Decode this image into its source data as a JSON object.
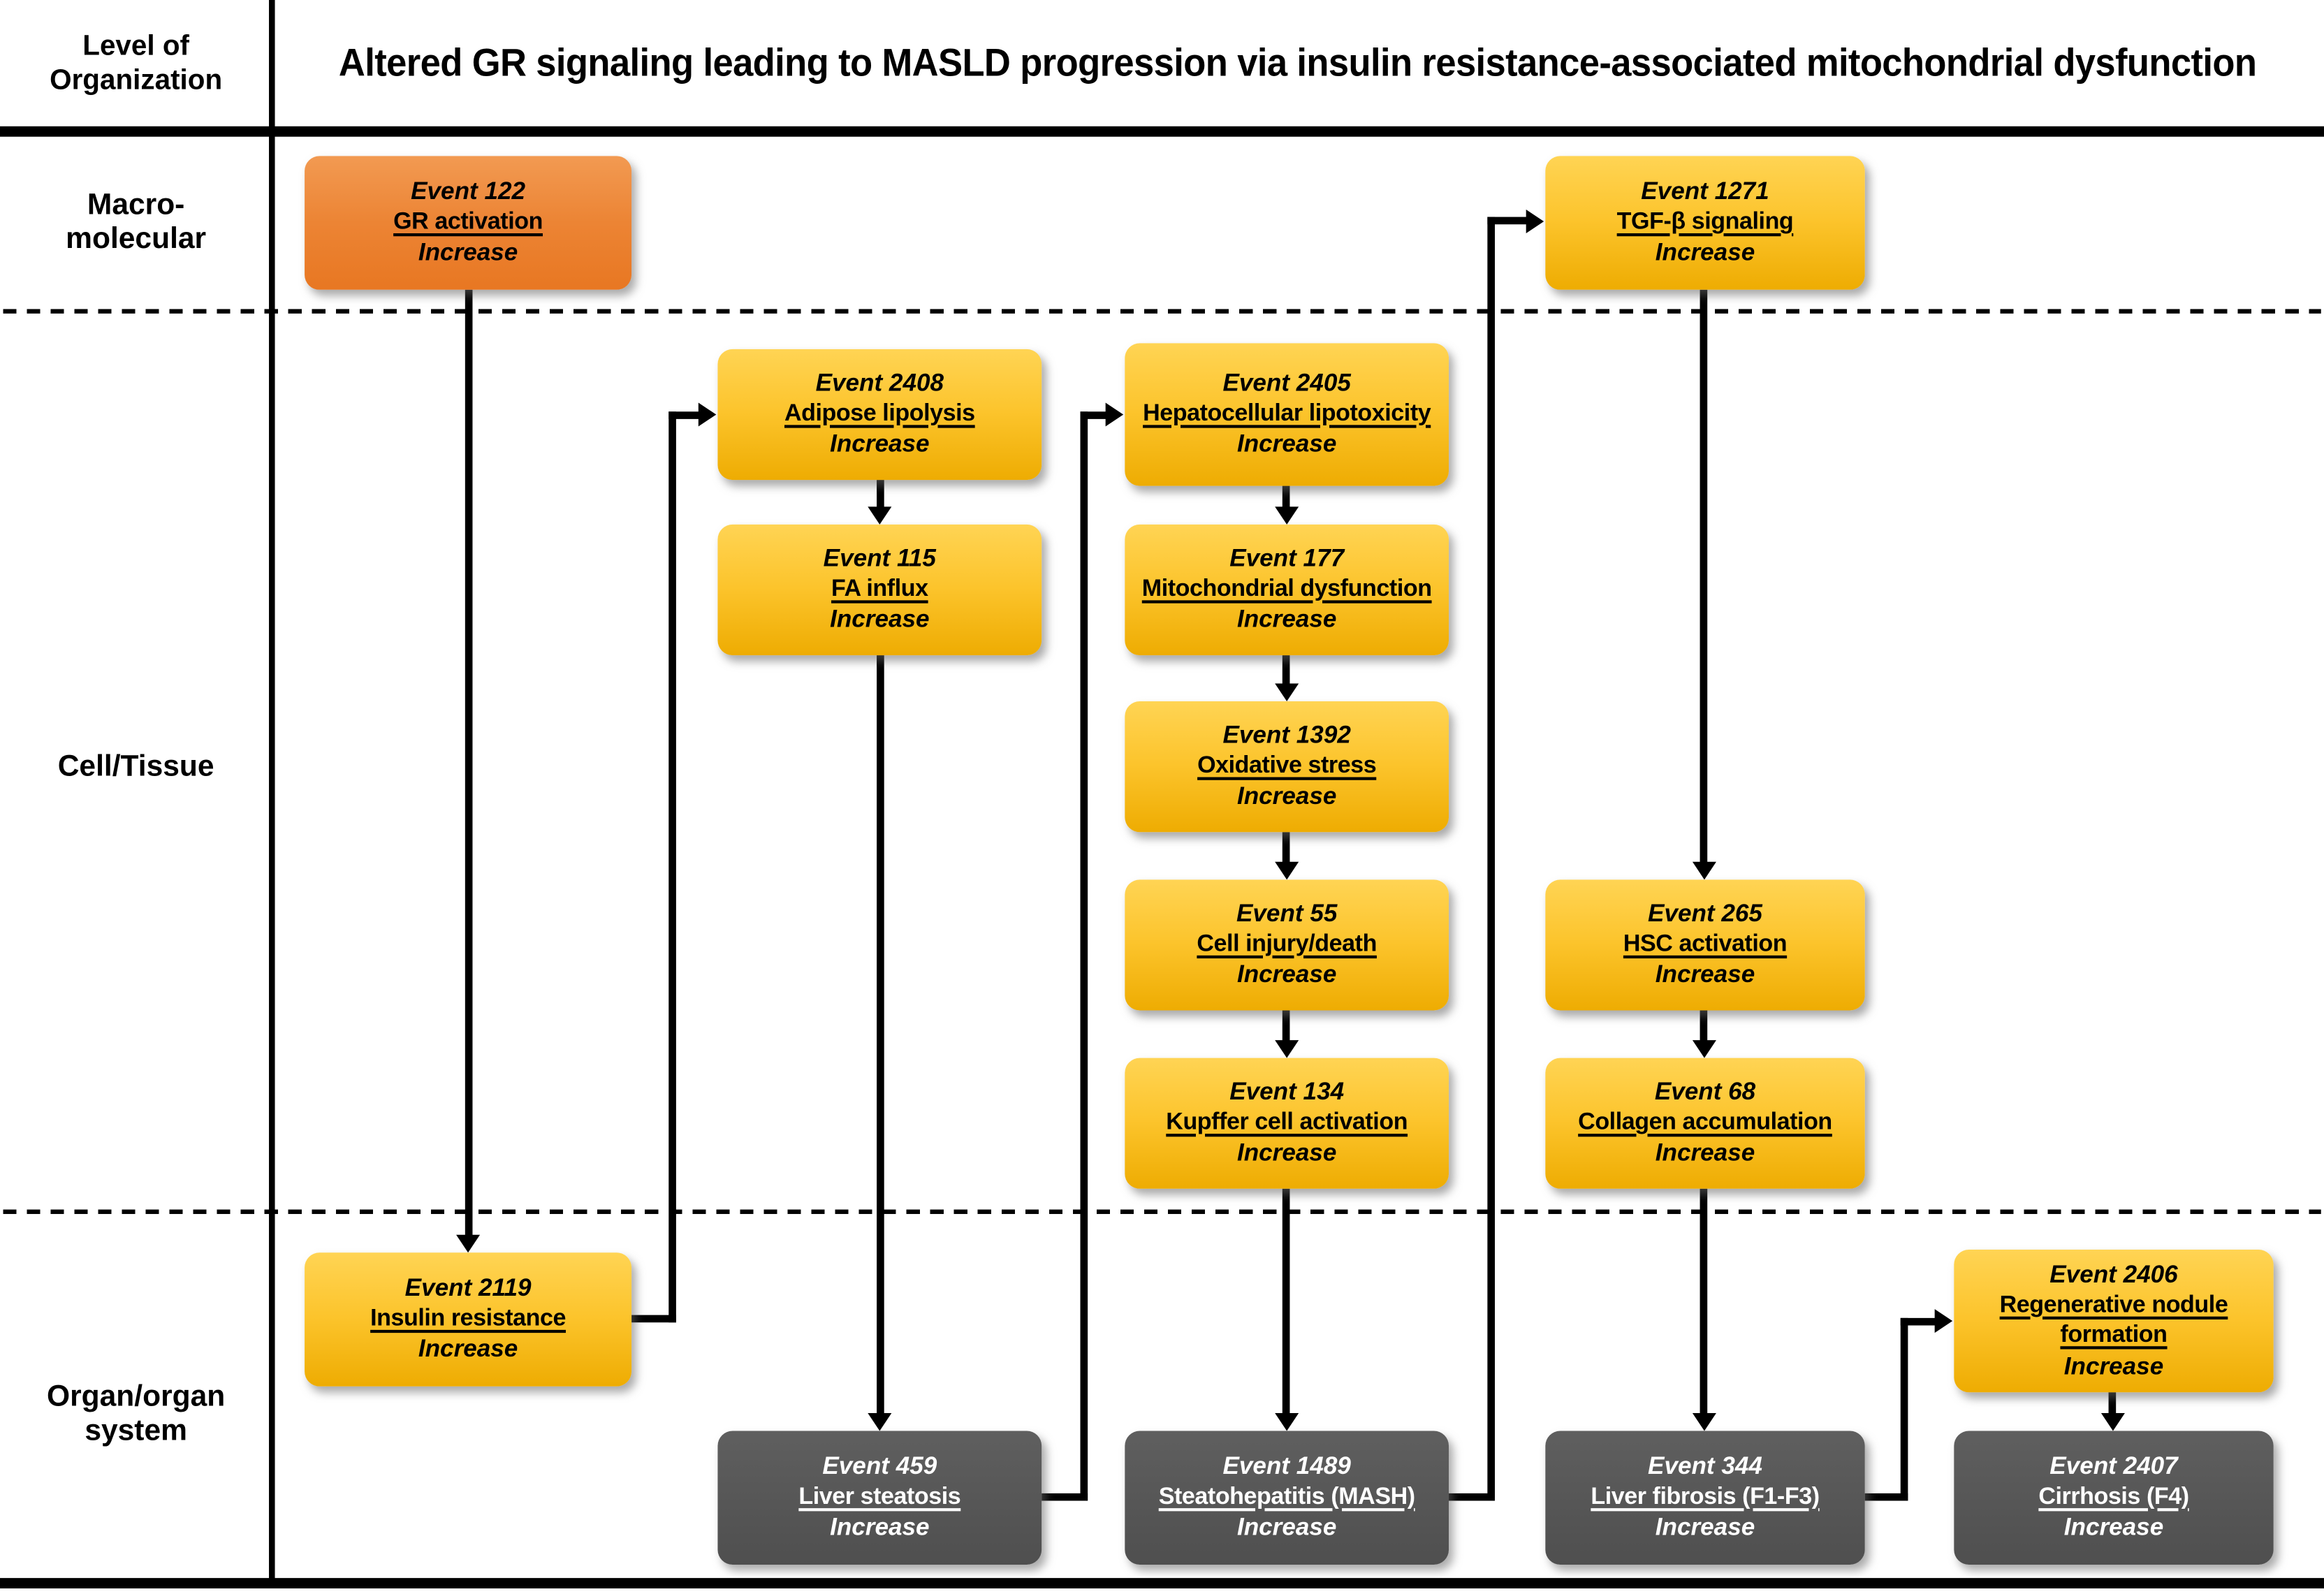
{
  "header": {
    "level_column_label": "Level of\nOrganization",
    "title": "Altered GR signaling leading to MASLD progression via insulin resistance-associated mitochondrial dysfunction"
  },
  "levels": {
    "macromolecular": "Macro-\nmolecular",
    "cell_tissue": "Cell/Tissue",
    "organ_system": "Organ/organ\nsystem"
  },
  "nodes": {
    "e122": {
      "event": "Event 122",
      "name": "GR activation",
      "change": "Increase",
      "style": "orange"
    },
    "e1271": {
      "event": "Event 1271",
      "name": "TGF-β signaling",
      "change": "Increase",
      "style": "yellow"
    },
    "e2408": {
      "event": "Event 2408",
      "name": "Adipose lipolysis",
      "change": "Increase",
      "style": "yellow"
    },
    "e2405": {
      "event": "Event 2405",
      "name": "Hepatocellular lipotoxicity",
      "change": "Increase",
      "style": "yellow"
    },
    "e115": {
      "event": "Event 115",
      "name": "FA influx",
      "change": "Increase",
      "style": "yellow"
    },
    "e177": {
      "event": "Event 177",
      "name": "Mitochondrial dysfunction",
      "change": "Increase",
      "style": "yellow"
    },
    "e1392": {
      "event": "Event 1392",
      "name": "Oxidative stress",
      "change": "Increase",
      "style": "yellow"
    },
    "e55": {
      "event": "Event 55",
      "name": "Cell injury/death",
      "change": "Increase",
      "style": "yellow"
    },
    "e265": {
      "event": "Event 265",
      "name": "HSC activation",
      "change": "Increase",
      "style": "yellow"
    },
    "e134": {
      "event": "Event 134",
      "name": "Kupffer cell activation",
      "change": "Increase",
      "style": "yellow"
    },
    "e68": {
      "event": "Event 68",
      "name": "Collagen accumulation",
      "change": "Increase",
      "style": "yellow"
    },
    "e2119": {
      "event": "Event 2119",
      "name": "Insulin resistance",
      "change": "Increase",
      "style": "yellow"
    },
    "e2406": {
      "event": "Event 2406",
      "name": "Regenerative nodule formation",
      "change": "Increase",
      "style": "yellow"
    },
    "e459": {
      "event": "Event 459",
      "name": "Liver steatosis",
      "change": "Increase",
      "style": "gray"
    },
    "e1489": {
      "event": "Event 1489",
      "name": "Steatohepatitis (MASH)",
      "change": "Increase",
      "style": "gray"
    },
    "e344": {
      "event": "Event 344",
      "name": "Liver fibrosis (F1-F3)",
      "change": "Increase",
      "style": "gray"
    },
    "e2407": {
      "event": "Event 2407",
      "name": "Cirrhosis (F4)",
      "change": "Increase",
      "style": "gray"
    }
  },
  "edges": [
    {
      "from": "e122",
      "to": "e2119"
    },
    {
      "from": "e2119",
      "to": "e2408"
    },
    {
      "from": "e2408",
      "to": "e115"
    },
    {
      "from": "e115",
      "to": "e459"
    },
    {
      "from": "e459",
      "to": "e2405"
    },
    {
      "from": "e2405",
      "to": "e177"
    },
    {
      "from": "e177",
      "to": "e1392"
    },
    {
      "from": "e1392",
      "to": "e55"
    },
    {
      "from": "e55",
      "to": "e134"
    },
    {
      "from": "e134",
      "to": "e1489"
    },
    {
      "from": "e1489",
      "to": "e1271"
    },
    {
      "from": "e1271",
      "to": "e265"
    },
    {
      "from": "e265",
      "to": "e68"
    },
    {
      "from": "e68",
      "to": "e344"
    },
    {
      "from": "e344",
      "to": "e2406"
    },
    {
      "from": "e2406",
      "to": "e2407"
    }
  ],
  "colors": {
    "initiating_event_orange": "#E87722",
    "key_event_yellow": "#FFC425",
    "adverse_outcome_gray": "#565656",
    "line_black": "#000000"
  }
}
